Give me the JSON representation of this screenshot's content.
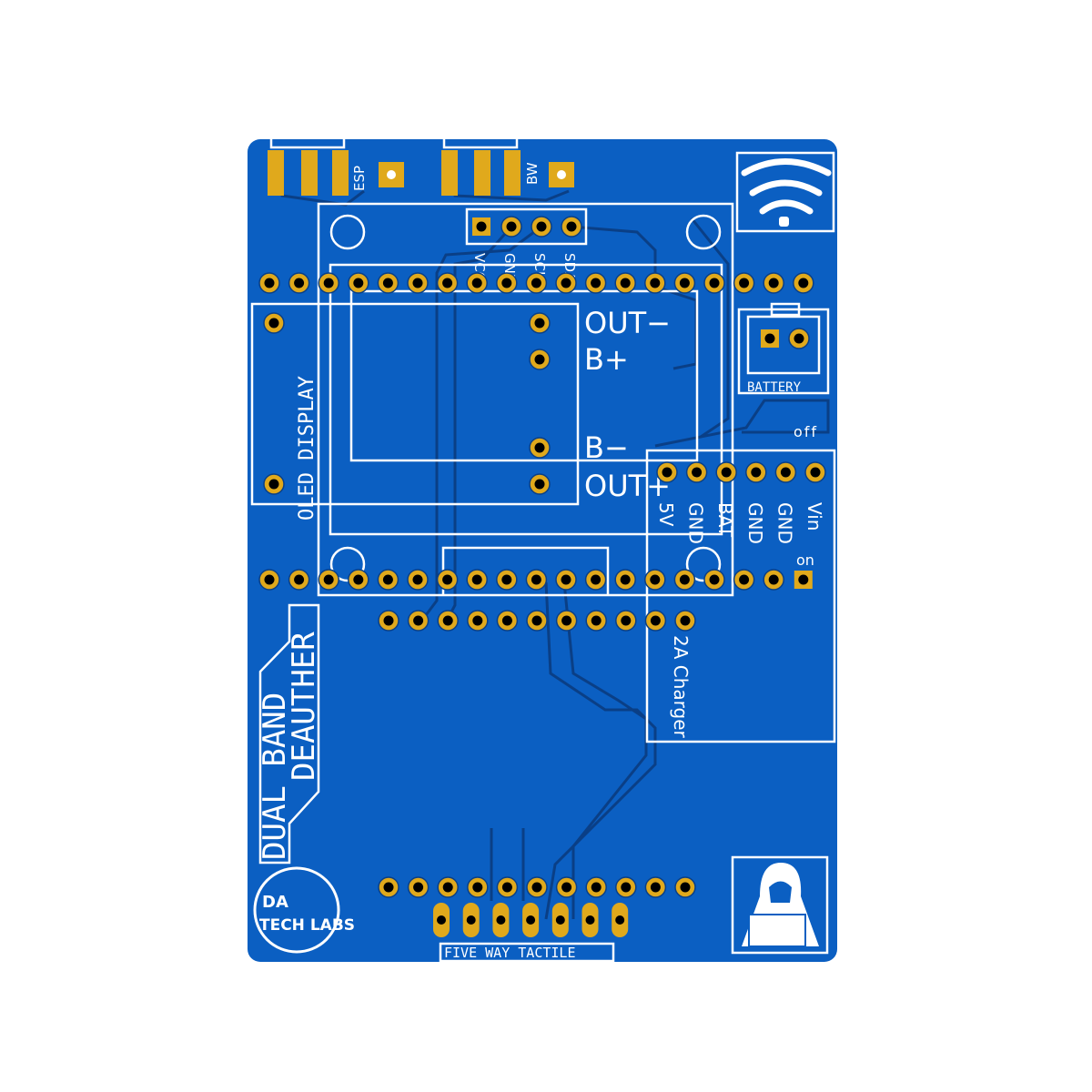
{
  "colors": {
    "board": "#0b5fc2",
    "pad": "#e0a91c",
    "hole": "#000000",
    "silk": "#ffffff",
    "trace": "#0a3f86"
  },
  "board": {
    "switch_labels": {
      "esp": "ESP",
      "bw": "BW"
    },
    "oled_header": [
      "VCC",
      "GND",
      "SCL",
      "SDA"
    ],
    "oled_label": "OLED DISPLAY",
    "module_labels": {
      "out_minus": "OUT−",
      "b_plus": "B+",
      "b_minus": "B−",
      "out_plus": "OUT+"
    },
    "battery_label": "BATTERY",
    "switch_state": {
      "off": "off",
      "on": "on"
    },
    "charger_pins": [
      "5V",
      "GND",
      "BAT",
      "GND",
      "GND",
      "Vin"
    ],
    "charger_label": "2A Charger",
    "title": [
      "DUAL BAND",
      "DEAUTHER"
    ],
    "logo": [
      "DA",
      "TECH LABS"
    ],
    "tactile_label": "FIVE WAY TACTILE",
    "icons": {
      "wifi": "wifi-icon",
      "hacker": "hacker-icon"
    }
  }
}
